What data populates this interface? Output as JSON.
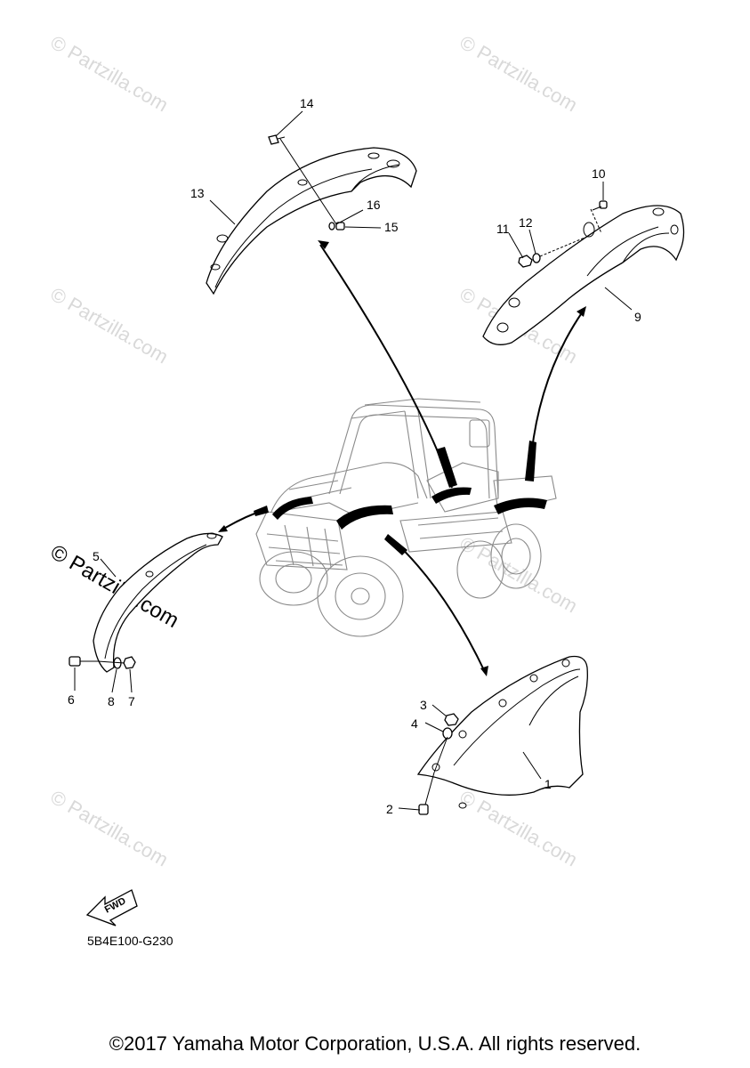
{
  "watermarks": {
    "small": "© Partzilla.com",
    "large": "© Partzilla.com"
  },
  "callouts": [
    "1",
    "2",
    "3",
    "4",
    "5",
    "6",
    "7",
    "8",
    "9",
    "10",
    "11",
    "12",
    "13",
    "14",
    "15",
    "16"
  ],
  "diagram_code": "5B4E100-G230",
  "fwd_label": "FWD",
  "copyright": "©2017 Yamaha Motor Corporation, U.S.A. All rights reserved."
}
